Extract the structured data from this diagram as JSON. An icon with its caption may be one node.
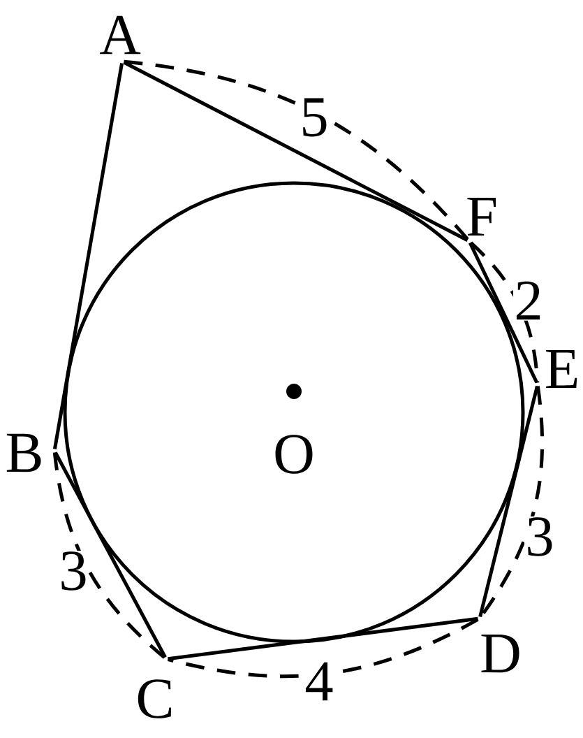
{
  "diagram": {
    "nodes": [
      {
        "text": [
          "A"
        ]
      },
      {
        "text": [
          "B"
        ]
      },
      {
        "text": [
          "C"
        ]
      },
      {
        "text": [
          "D"
        ]
      },
      {
        "text": [
          "E"
        ]
      },
      {
        "text": [
          "F"
        ]
      },
      {
        "text": [
          "O"
        ]
      }
    ],
    "edges": [
      {
        "from": 0,
        "to": 1,
        "arrow": "none"
      },
      {
        "from": 1,
        "to": 2,
        "arrow": "none"
      },
      {
        "from": 2,
        "to": 3,
        "arrow": "none"
      },
      {
        "from": 3,
        "to": 4,
        "arrow": "none"
      },
      {
        "from": 4,
        "to": 5,
        "arrow": "none"
      },
      {
        "from": 5,
        "to": 0,
        "arrow": "none"
      },
      {
        "from": 0,
        "to": 5,
        "arrow": "none",
        "style": "dashed",
        "label": "5"
      },
      {
        "from": 5,
        "to": 4,
        "arrow": "none",
        "style": "dashed",
        "label": "2"
      },
      {
        "from": 4,
        "to": 3,
        "arrow": "none",
        "style": "dashed",
        "label": "3"
      },
      {
        "from": 3,
        "to": 2,
        "arrow": "none",
        "style": "dashed",
        "label": "4"
      },
      {
        "from": 2,
        "to": 1,
        "arrow": "none",
        "style": "dashed",
        "label": "3"
      }
    ]
  }
}
